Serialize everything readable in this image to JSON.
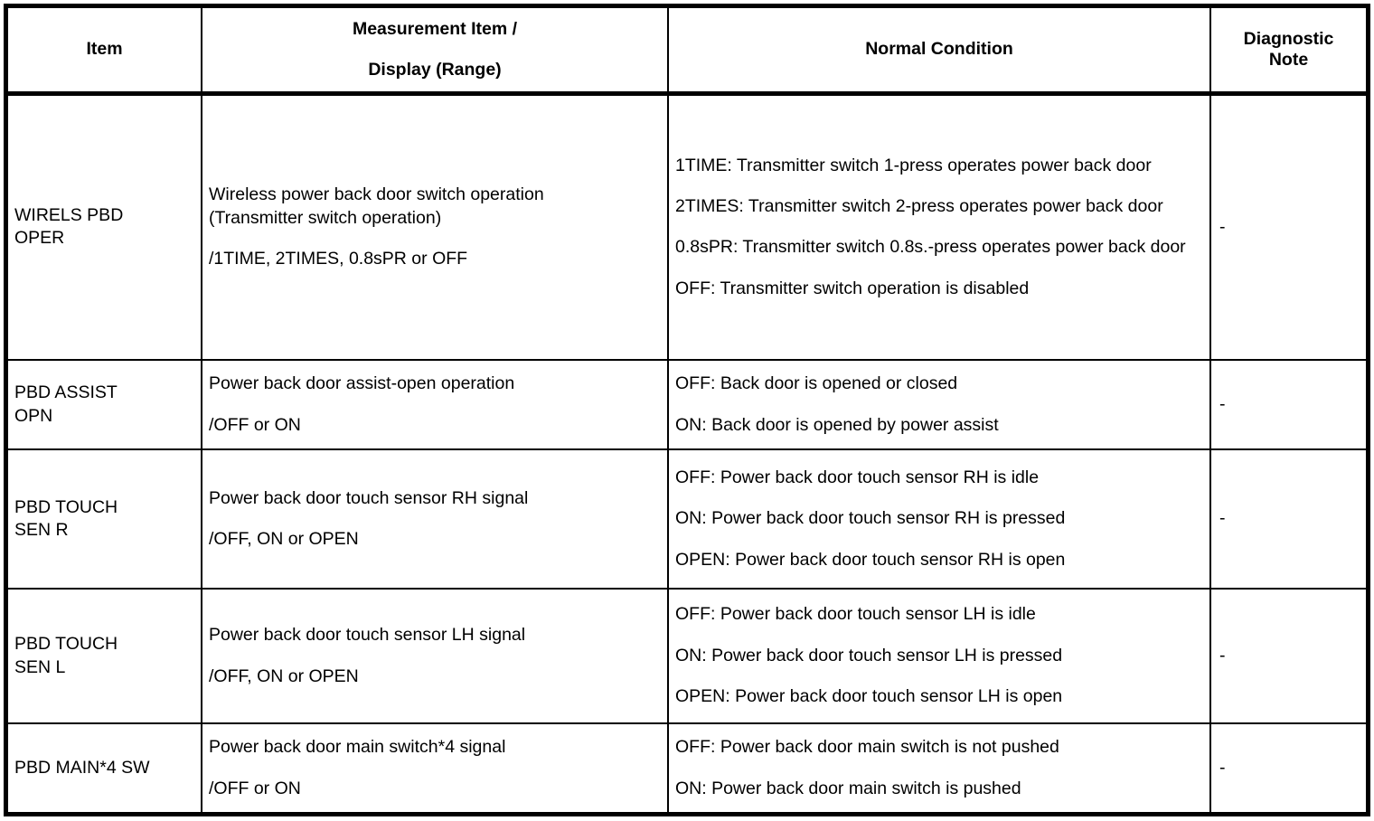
{
  "table": {
    "headers": [
      {
        "label": "Item"
      },
      {
        "line1": "Measurement Item /",
        "line2": "Display (Range)"
      },
      {
        "label": "Normal Condition"
      },
      {
        "line1": "Diagnostic",
        "line2": "Note"
      }
    ],
    "rows": [
      {
        "item": "WIRELS PBD OPER",
        "item_line1": "WIRELS PBD",
        "item_line2": "OPER",
        "measurement_line1": "Wireless power back door switch operation",
        "measurement_line2": "(Transmitter switch operation)",
        "measurement_range": "/1TIME, 2TIMES, 0.8sPR or OFF",
        "conditions": [
          "1TIME: Transmitter switch 1-press operates power back door",
          "2TIMES: Transmitter switch 2-press operates power back door",
          "0.8sPR: Transmitter switch 0.8s.-press operates power back door",
          "OFF: Transmitter switch operation is disabled"
        ],
        "note": "-"
      },
      {
        "item": "PBD ASSIST OPN",
        "item_line1": "PBD ASSIST",
        "item_line2": "OPN",
        "measurement_line1": "Power back door assist-open operation",
        "measurement_line2": "",
        "measurement_range": "/OFF or ON",
        "conditions": [
          "OFF: Back door is opened or closed",
          "ON: Back door is opened by power assist"
        ],
        "note": "-"
      },
      {
        "item": "PBD TOUCH SEN R",
        "item_line1": "PBD TOUCH",
        "item_line2": "SEN R",
        "measurement_line1": "Power back door touch sensor RH signal",
        "measurement_line2": "",
        "measurement_range": "/OFF, ON or OPEN",
        "conditions": [
          "OFF: Power back door touch sensor RH is idle",
          "ON: Power back door touch sensor RH is pressed",
          "OPEN: Power back door touch sensor RH is open"
        ],
        "note": "-"
      },
      {
        "item": "PBD TOUCH SEN L",
        "item_line1": "PBD TOUCH",
        "item_line2": "SEN L",
        "measurement_line1": "Power back door touch sensor LH signal",
        "measurement_line2": "",
        "measurement_range": "/OFF, ON or OPEN",
        "conditions": [
          "OFF: Power back door touch sensor LH is idle",
          "ON: Power back door touch sensor LH is pressed",
          "OPEN: Power back door touch sensor LH is open"
        ],
        "note": "-"
      },
      {
        "item": "PBD MAIN*4 SW",
        "item_line1": "PBD MAIN*4 SW",
        "item_line2": "",
        "measurement_line1": "Power back door main switch*4 signal",
        "measurement_line2": "",
        "measurement_range": "/OFF or ON",
        "conditions": [
          "OFF: Power back door main switch is not pushed",
          "ON: Power back door main switch is pushed"
        ],
        "note": "-"
      }
    ]
  }
}
